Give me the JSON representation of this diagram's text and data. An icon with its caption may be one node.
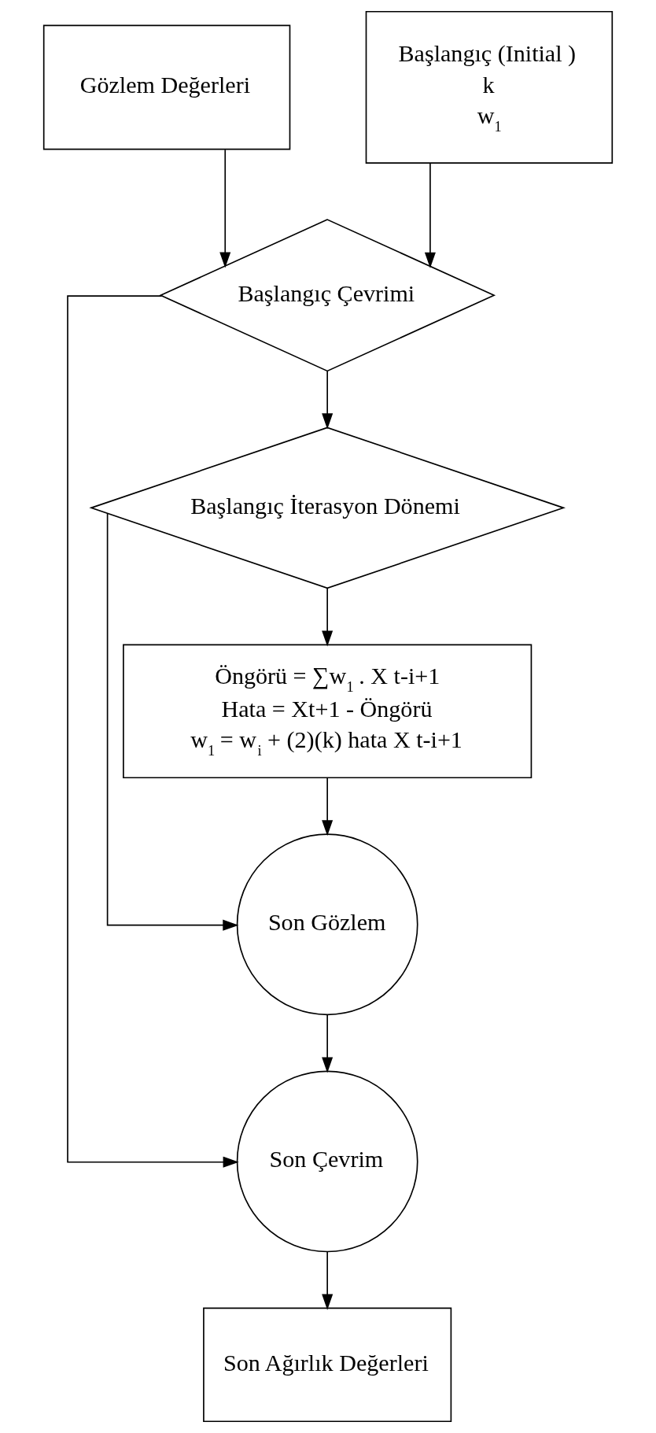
{
  "diagram": {
    "nodes": [
      {
        "text": [
          "Gözlem Değerleri"
        ]
      },
      {
        "text": [
          "Başlangıç (Initial )",
          "k",
          "w$_{1}$"
        ]
      },
      {
        "text": [
          "Başlangıç Çevrimi"
        ]
      },
      {
        "text": [
          "Başlangıç İterasyon Dönemi"
        ]
      },
      {
        "text": [
          "Öngörü = ∑w$_{1}$ . X t-i+1",
          "Hata = Xt+1 - Öngörü",
          "w$_{1}$ = w$_{i}$ + (2)(k) hata X t-i+1"
        ]
      },
      {
        "text": [
          "Son Gözlem"
        ]
      },
      {
        "text": [
          "Son Çevrim"
        ]
      },
      {
        "text": [
          "Son Ağırlık Değerleri"
        ]
      }
    ],
    "edges": [
      {
        "from": 0,
        "to": 2,
        "arrow": "to"
      },
      {
        "from": 1,
        "to": 2,
        "arrow": "to"
      },
      {
        "from": 2,
        "to": 3,
        "arrow": "to"
      },
      {
        "from": 3,
        "to": 4,
        "arrow": "to"
      },
      {
        "from": 4,
        "to": 5,
        "arrow": "to"
      },
      {
        "from": 5,
        "to": 6,
        "arrow": "to"
      },
      {
        "from": 6,
        "to": 7,
        "arrow": "to"
      },
      {
        "from": 3,
        "to": 5,
        "arrow": "to"
      },
      {
        "from": 2,
        "to": 6,
        "arrow": "to"
      }
    ]
  }
}
